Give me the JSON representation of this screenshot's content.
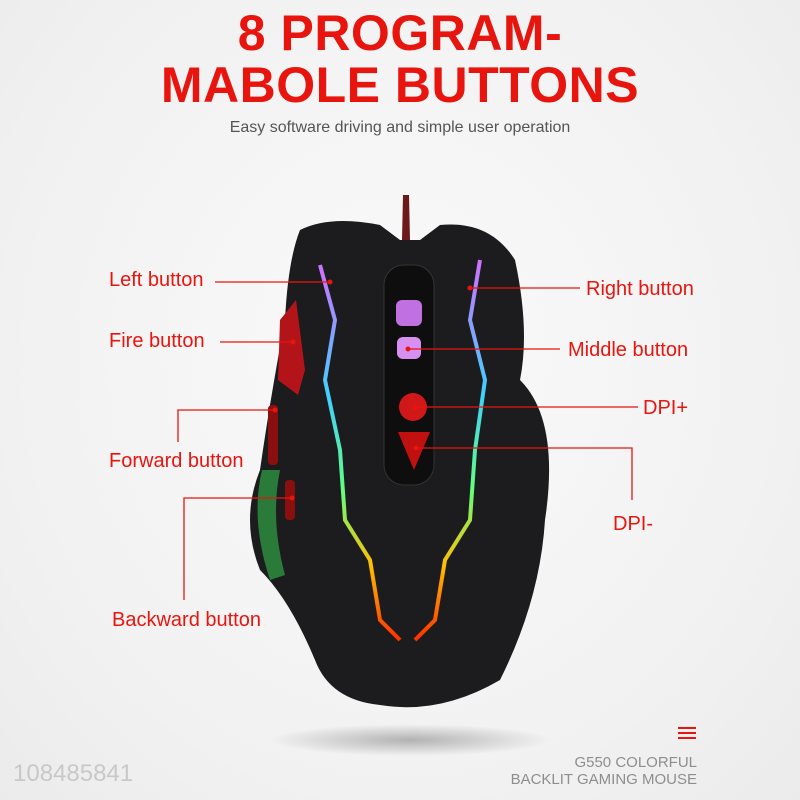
{
  "title_line1": "8 PROGRAM-",
  "title_line2": "MABOLE BUTTONS",
  "subtitle": "Easy software driving and simple user operation",
  "labels": {
    "left_button": "Left button",
    "fire_button": "Fire button",
    "forward_button": "Forward button",
    "backward_button": "Backward button",
    "right_button": "Right button",
    "middle_button": "Middle button",
    "dpi_plus": "DPI+",
    "dpi_minus": "DPI-"
  },
  "footer": {
    "line1": "G550 COLORFUL",
    "line2": "BACKLIT GAMING MOUSE"
  },
  "watermark": "108485841",
  "colors": {
    "accent": "#e8150f",
    "mouse_body": "#1c1c1e"
  }
}
